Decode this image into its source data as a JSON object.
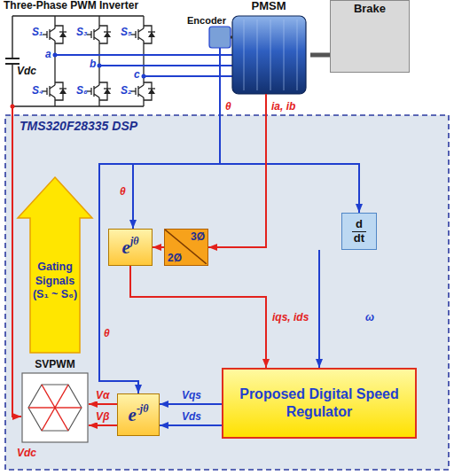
{
  "diagram": {
    "nodes": [
      {
        "text": [
          "Three-Phase PWM Inverter"
        ]
      },
      {
        "text": [
          "PMSM"
        ]
      },
      {
        "text": [
          "Brake"
        ]
      },
      {
        "text": [
          "TMS320F28335 DSP"
        ]
      },
      {
        "text": [
          "e",
          "jθ"
        ],
        "in": 3
      },
      {
        "text": [
          "3Ø",
          "2Ø"
        ],
        "in": 3
      },
      {
        "text": [
          "d",
          "dt"
        ],
        "in": 3
      },
      {
        "text": [
          "Gating Signals (S₁ ~ S₆)"
        ],
        "in": 3
      },
      {
        "text": [
          "SVPWM"
        ],
        "in": 3
      },
      {
        "text": [
          "e",
          "-jθ"
        ],
        "in": 3
      },
      {
        "text": [
          "Proposed Digital Speed Regulator"
        ],
        "in": 3
      }
    ],
    "edges": [
      {
        "from": 0,
        "to": 1,
        "arrow": "none"
      },
      {
        "from": 0,
        "to": 1,
        "arrow": "none"
      },
      {
        "from": 0,
        "to": 1,
        "arrow": "none"
      },
      {
        "from": 1,
        "to": 2,
        "arrow": "none"
      },
      {
        "from": 1,
        "to": 4,
        "arrow": "to"
      },
      {
        "from": 1,
        "to": 6,
        "arrow": "to"
      },
      {
        "from": 1,
        "to": 9,
        "arrow": "to"
      },
      {
        "from": 1,
        "to": 5,
        "arrow": "to"
      },
      {
        "from": 5,
        "to": 4,
        "arrow": "to"
      },
      {
        "from": 4,
        "to": 10,
        "arrow": "to",
        "label": "iqs, ids"
      },
      {
        "from": 6,
        "to": 10,
        "arrow": "to",
        "label": "ω"
      },
      {
        "from": 10,
        "to": 9,
        "arrow": "to",
        "label": "Vqs"
      },
      {
        "from": 10,
        "to": 9,
        "arrow": "to",
        "label": "Vds"
      },
      {
        "from": 9,
        "to": 8,
        "arrow": "to",
        "label": "Vα"
      },
      {
        "from": 9,
        "to": 8,
        "arrow": "to",
        "label": "Vβ"
      },
      {
        "from": 0,
        "to": 8,
        "arrow": "to",
        "label": "Vdc"
      }
    ],
    "labels": [
      "S₁",
      "S₃",
      "S₅",
      "S₄",
      "S₆",
      "S₂",
      "a",
      "b",
      "c",
      "Vdc",
      "Encoder",
      "θ",
      "ia, ib",
      "θ",
      "θ"
    ]
  }
}
